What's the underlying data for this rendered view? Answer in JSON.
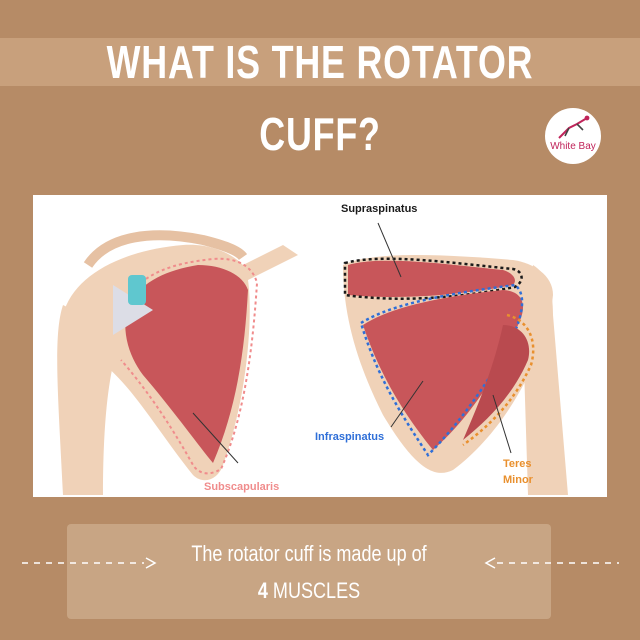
{
  "title": {
    "line1": "WHAT IS THE ROTATOR",
    "line2": "CUFF?"
  },
  "logo": {
    "text": "White Bay",
    "icon": "runner-icon"
  },
  "labels": {
    "supraspinatus": "Supraspinatus",
    "infraspinatus": "Infraspinatus",
    "subscapularis": "Subscapularis",
    "teres_minor_1": "Teres",
    "teres_minor_2": "Minor"
  },
  "caption": {
    "line1": "The rotator cuff is made up of",
    "line2_bold": "4",
    "line2_rest": "MUSCLES"
  },
  "colors": {
    "background": "#b68b66",
    "band": "#c8a07c",
    "muscle": "#c8565a",
    "bone": "#f0d2b8",
    "subscapularis": "#f08c8c",
    "infraspinatus": "#2f6fd8",
    "teres_minor": "#e9902e",
    "supraspinatus": "#1a1a1a"
  }
}
